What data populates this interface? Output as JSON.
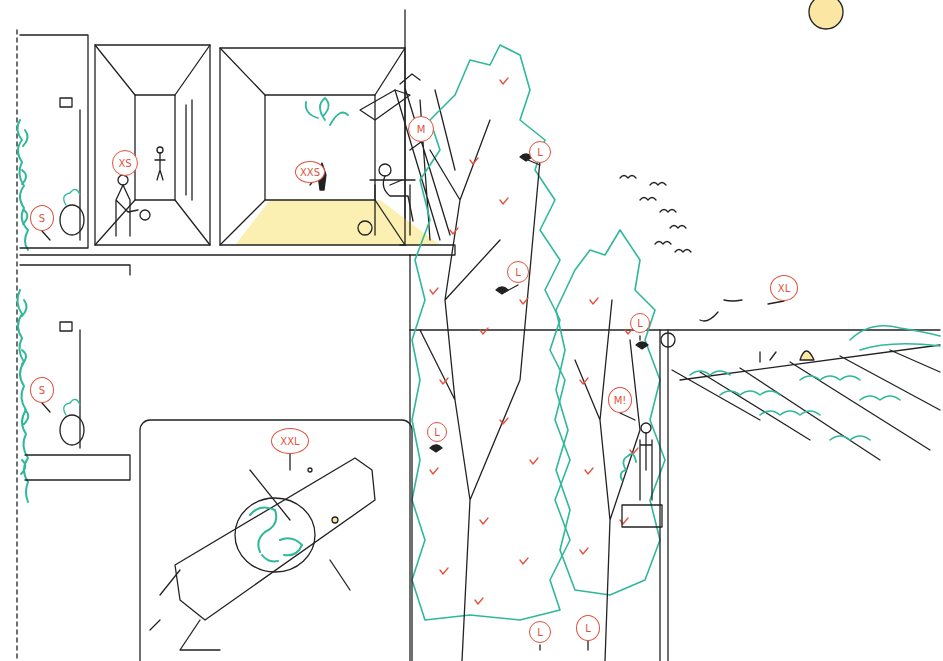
{
  "diagram": {
    "nodes": [
      {
        "text": [
          "M"
        ]
      },
      {
        "text": [
          "L"
        ]
      },
      {
        "text": [
          "XS"
        ]
      },
      {
        "text": [
          "XXS"
        ]
      },
      {
        "text": [
          "S"
        ]
      },
      {
        "text": [
          "L"
        ]
      },
      {
        "text": [
          "XL"
        ]
      },
      {
        "text": [
          "L"
        ]
      },
      {
        "text": [
          "S"
        ]
      },
      {
        "text": [
          "M!"
        ]
      },
      {
        "text": [
          "L"
        ]
      },
      {
        "text": [
          "XXL"
        ]
      },
      {
        "text": [
          "L"
        ]
      },
      {
        "text": [
          "L"
        ]
      }
    ]
  }
}
